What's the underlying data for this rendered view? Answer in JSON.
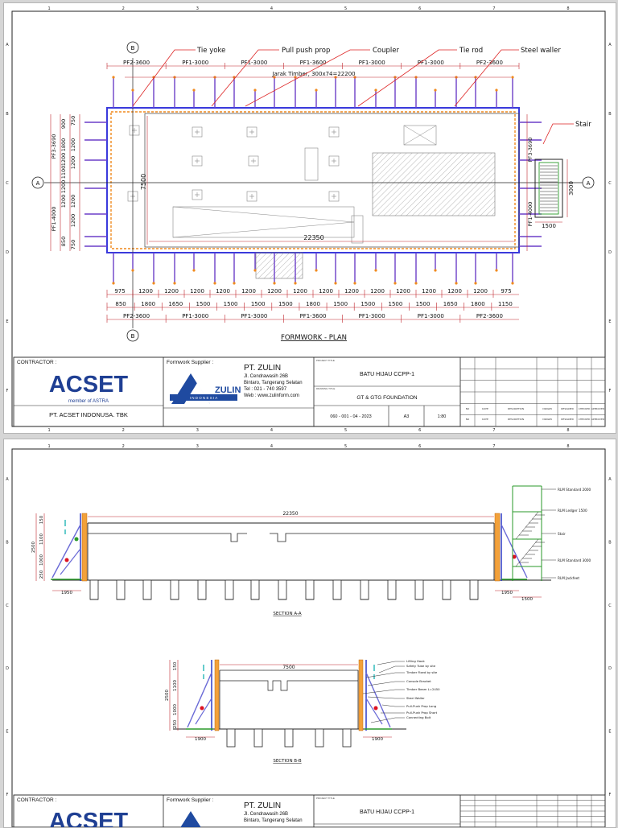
{
  "border": {
    "columns": [
      "1",
      "2",
      "3",
      "4",
      "5",
      "6",
      "7",
      "8"
    ],
    "rows": [
      "A",
      "B",
      "C",
      "D",
      "E",
      "F"
    ]
  },
  "plan": {
    "title": "FORMWORK - PLAN",
    "callouts": {
      "tie_yoke": "Tie yoke",
      "pull_push_prop": "Pull push prop",
      "coupler": "Coupler",
      "tie_rod": "Tie rod",
      "steel_waller": "Steel waller",
      "stair": "Stair"
    },
    "top_panels": [
      "PF2-3600",
      "PF1-3000",
      "PF1-3000",
      "PF1-3600",
      "PF1-3000",
      "PF1-3000",
      "PF2-3600"
    ],
    "bottom_panels": [
      "PF2-3600",
      "PF1-3000",
      "PF1-3000",
      "PF1-3600",
      "PF1-3000",
      "PF1-3000",
      "PF2-3600"
    ],
    "jarak_timber": "Jarak Timber, 300x74=22200",
    "length_dim": "22350",
    "width_dim": "7500",
    "left_panels": [
      "PF3-3690",
      "PF1-4000"
    ],
    "left_dims_a": [
      "900",
      "1800",
      "1200",
      "1100",
      "1200",
      "1200",
      "850"
    ],
    "left_dims_b": [
      "750",
      "1200",
      "1200",
      "1200",
      "1200",
      "750"
    ],
    "right_panels": [
      "PF3-3690",
      "PF1-4000"
    ],
    "stair_width": "1500",
    "stair_height": "3000",
    "bottom_dims_row1": [
      "975",
      "1200",
      "1200",
      "1200",
      "1200",
      "1200",
      "1200",
      "1200",
      "1200",
      "1200",
      "1200",
      "1200",
      "1200",
      "1200",
      "1200",
      "975"
    ],
    "bottom_dims_row2": [
      "850",
      "1800",
      "1650",
      "1500",
      "1500",
      "1500",
      "1500",
      "1800",
      "1500",
      "1500",
      "1500",
      "1500",
      "1650",
      "1800",
      "1150"
    ],
    "axis_a": "A",
    "axis_b": "B"
  },
  "title_block": {
    "contractor_label": "CONTRACTOR :",
    "acset_logo": "ACSET",
    "astra_tag": "member of ASTRA",
    "contractor_name": "PT. ACSET INDONUSA. TBK",
    "supplier_label": "Formwork Supplier :",
    "supplier_name": "PT. ZULIN",
    "address1": "Jl. Cendrawasih 26B",
    "address2": "Bintaro, Tangerang Selatan",
    "phone": "Tel : 021 - 740 3597",
    "web": "Web : www.zulinform.com",
    "zulin_logo": "ZULIN",
    "zulin_sub": "I N D O N E S I A",
    "project": "BATU HIJAU CCPP-1",
    "drawing_title": "GT & GTG FOUNDATION",
    "drawing_no": "060 - 001 - 04 - 2023",
    "paper_size": "A3",
    "scale": "1:80",
    "project_label": "PROJECT TITLE",
    "drawing_label": "DRAWING TITLE",
    "rev_headers": [
      "NO",
      "DATE",
      "DESCRIPTION",
      "DRAWN",
      "DESIGNED",
      "CHECKED",
      "APPROVED"
    ]
  },
  "sections": {
    "section_a_title": "SECTION A-A",
    "section_b_title": "SECTION B-B",
    "a_length": "22350",
    "a_height": "2500",
    "a_sub_dims": [
      "250",
      "1000",
      "1100",
      "150"
    ],
    "a_left_base": "1950",
    "a_right_base": "1950",
    "a_stair_width": "1500",
    "b_width": "7500",
    "b_height": "2500",
    "b_sub_dims": [
      "250",
      "1000",
      "1100",
      "150"
    ],
    "b_left_base": "1900",
    "b_right_base": "1900",
    "a_labels": [
      "RLM Standard 2000",
      "RLM Ledger 1500",
      "Stair",
      "RLM Standard 3000",
      "RLM Jackfeet"
    ],
    "b_labels": [
      "Lifting Hook",
      "Safety Tube by site",
      "Timber Fixed by site",
      "Console Bracket",
      "Timber Beam L=2450",
      "Steel Waller",
      "Pull-Push Prop Long",
      "Pull-Push Prop Short",
      "Connecting Bolt"
    ]
  }
}
